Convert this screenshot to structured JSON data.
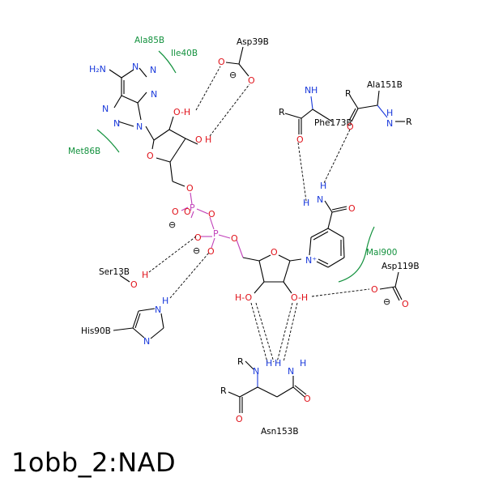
{
  "caption": "1obb_2:NAD",
  "residues": {
    "asp39b": "Asp39B",
    "ala151b": "Ala151B",
    "phe173b": "Phe173B",
    "ser13b": "Ser13B",
    "his90b": "His90B",
    "asp119b": "Asp119B",
    "asn153b": "Asn153B"
  },
  "hydrophobic": {
    "ala85b": "Ala85B",
    "ile40b": "Ile40B",
    "met86b": "Met86B",
    "mal900": "Mal900"
  },
  "atoms": {
    "n": "N",
    "o": "O",
    "p": "P",
    "h": "H",
    "r": "R",
    "oh": "O-H",
    "ho": "H-O",
    "h2n": "H₂N",
    "npos": "N⁺",
    "minus": "⊖"
  },
  "colors": {
    "nitrogen": "#1a3adb",
    "oxygen": "#e0131b",
    "phosphorus": "#c03fb8",
    "hydrophobic": "#12913d",
    "carbon": "#000000"
  }
}
